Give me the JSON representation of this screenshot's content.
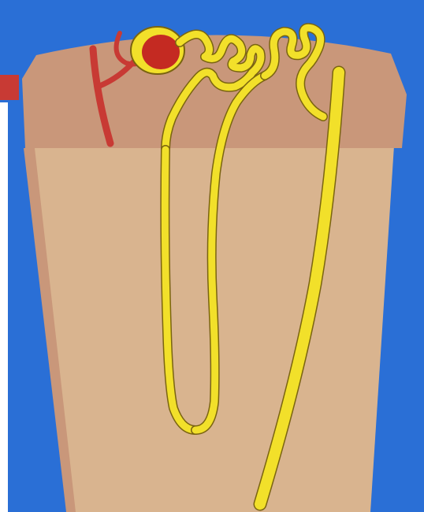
{
  "colors": {
    "background": "#2a6fd6",
    "cortex": "#c9977a",
    "medulla": "#d9b48f",
    "tubule_fill": "#f2e02a",
    "tubule_outline": "#7a6410",
    "glomerulus": "#c42a22",
    "blood_vessel": "#c83a34",
    "left_edge_bar": "#ffffff"
  },
  "diagram": {
    "subject": "nephron-in-kidney-section",
    "regions": [
      "cortex",
      "medulla"
    ],
    "structures": [
      "glomerulus",
      "bowmans-capsule",
      "proximal-convoluted-tubule",
      "loop-of-henle",
      "distal-convoluted-tubule",
      "collecting-duct",
      "afferent-arteriole"
    ]
  }
}
